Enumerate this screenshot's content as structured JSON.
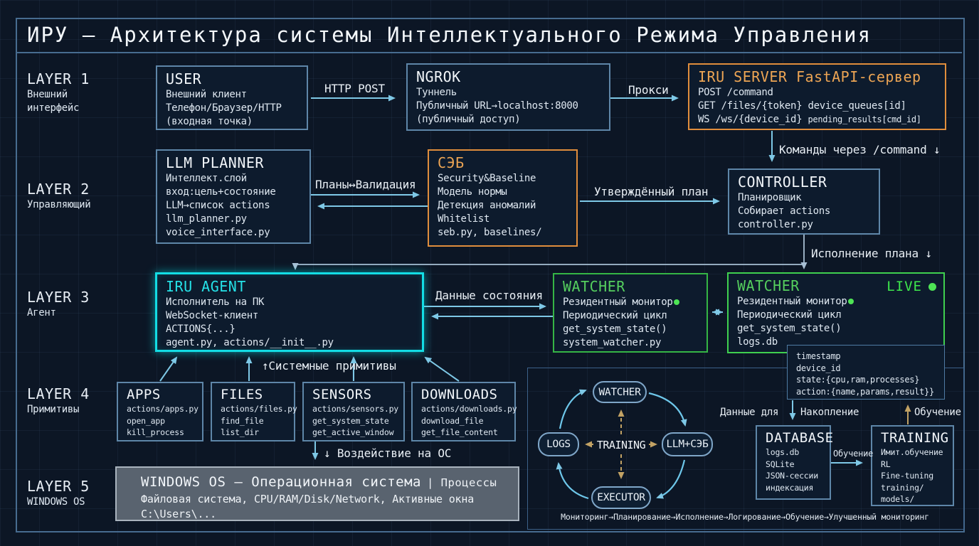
{
  "title": "ИРУ — Архитектура системы Интеллектуального Режима Управления",
  "layers": [
    {
      "name": "LAYER 1",
      "sub": [
        "Внешний",
        "интерфейс"
      ]
    },
    {
      "name": "LAYER 2",
      "sub": [
        "Управляющий"
      ]
    },
    {
      "name": "LAYER 3",
      "sub": [
        "Агент"
      ]
    },
    {
      "name": "LAYER 4",
      "sub": [
        "Примитивы"
      ]
    },
    {
      "name": "LAYER 5",
      "sub": [
        "WINDOWS OS"
      ]
    }
  ],
  "boxes": {
    "user": {
      "title": "USER",
      "lines": [
        "Внешний клиент",
        "Телефон/Браузер/HTTP",
        "(входная точка)"
      ]
    },
    "ngrok": {
      "title": "NGROK",
      "lines": [
        "Туннель",
        "Публичный URL→localhost:8000",
        "(публичный доступ)"
      ]
    },
    "iru_server": {
      "title": "IRU SERVER FastAPI-сервер",
      "lines": [
        "POST /command",
        "GET /files/{token} device_queues[id]"
      ],
      "ws_line": "WS /ws/{device_id}",
      "ws_small": "pending_results[cmd_id]"
    },
    "llm_planner": {
      "title": "LLM PLANNER",
      "lines": [
        "Интеллект.слой",
        "вход:цель+состояние",
        "LLM→список actions",
        "llm_planner.py",
        "voice_interface.py"
      ]
    },
    "seb": {
      "title": "СЭБ",
      "lines": [
        "Security&Baseline",
        "Модель нормы",
        "Детекция аномалий",
        "Whitelist",
        "seb.py, baselines/"
      ]
    },
    "controller": {
      "title": "CONTROLLER",
      "lines": [
        "Планировщик",
        "Собирает actions",
        "controller.py"
      ]
    },
    "iru_agent": {
      "title": "IRU AGENT",
      "lines": [
        "Исполнитель на ПК",
        "WebSocket-клиент",
        "ACTIONS{...}",
        "agent.py, actions/__init__.py"
      ]
    },
    "watcher1": {
      "title": "WATCHER",
      "monitor": "Резидентный монитор",
      "lines": [
        "Периодический цикл",
        "get_system_state()",
        "system_watcher.py"
      ]
    },
    "watcher2": {
      "title": "WATCHER",
      "live": "LIVE",
      "monitor": "Резидентный монитор",
      "lines": [
        "Периодический цикл",
        "get_system_state()",
        "logs.db"
      ]
    },
    "apps": {
      "title": "APPS",
      "lines": [
        "actions/apps.py",
        "open_app",
        "kill_process"
      ]
    },
    "files": {
      "title": "FILES",
      "lines": [
        "actions/files.py",
        "find_file",
        "list_dir"
      ]
    },
    "sensors": {
      "title": "SENSORS",
      "lines": [
        "actions/sensors.py",
        "get_system_state",
        "get_active_window"
      ]
    },
    "downloads": {
      "title": "DOWNLOADS",
      "lines": [
        "actions/downloads.py",
        "download_file",
        "get_file_content"
      ]
    },
    "windows_os": {
      "title": "WINDOWS OS — Операционная система",
      "title_right": "| Процессы",
      "lines": [
        "Файловая система, CPU/RAM/Disk/Network, Активные окна",
        "C:\\Users\\..."
      ]
    },
    "timestamp": {
      "lines": [
        "timestamp",
        "device_id",
        "state:{cpu,ram,processes}",
        "action:{name,params,result}}"
      ]
    },
    "database": {
      "title": "DATABASE",
      "lines": [
        "logs.db",
        "SQLite",
        "JSON-сессии",
        "индексация"
      ]
    },
    "training": {
      "title": "TRAINING",
      "lines": [
        "Имит.обучение",
        "RL",
        "Fine-tuning",
        "training/",
        "models/"
      ]
    }
  },
  "edge_labels": {
    "http_post": "HTTP POST",
    "proxy": "Прокси",
    "commands": "Команды через /command ↓",
    "plans": "Планы↔Валидация",
    "approved_plan": "Утверждённый план",
    "exec_plan": "Исполнение плана ↓",
    "state_data": "Данные состояния",
    "sys_primitives": "↑Системные примитивы",
    "os_impact": "↓ Воздействие на ОС",
    "data_for": "Данные для",
    "accumulate": "Накопление",
    "training_up": "Обучение",
    "training_mid": "Обучение"
  },
  "cycle": {
    "nodes": [
      "WATCHER",
      "LLM+СЭБ",
      "EXECUTOR",
      "LOGS"
    ],
    "center": "TRAINING",
    "caption": "Мониторинг→Планирование→Исполнение→Логирование→Обучение→Улучшенный мониторинг"
  },
  "colors": {
    "accent_orange": "#e8a04e",
    "accent_cyan": "#1ee0e6",
    "accent_green": "#49d155",
    "arrow_blue": "#7ec8e6",
    "arrow_steel": "#a8bfd4",
    "arrow_tan": "#c2a264"
  }
}
